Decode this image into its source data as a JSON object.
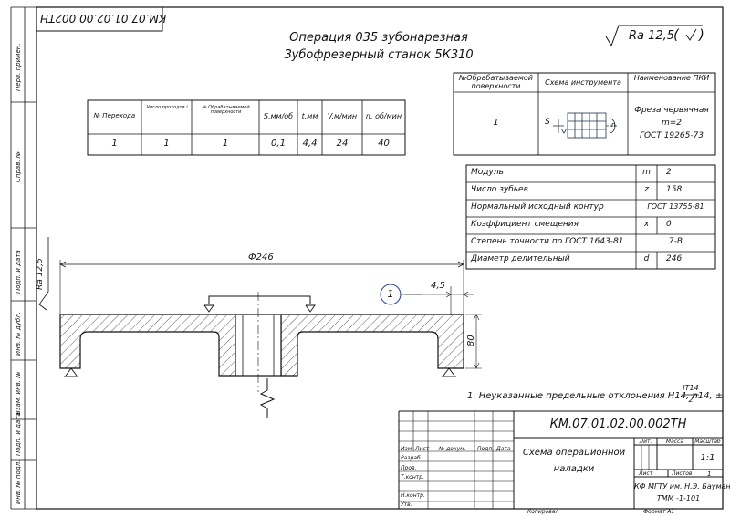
{
  "frame": {
    "code_rotated": "КМ.07.01.02.00.002ТН",
    "side_labels": [
      "Перв. примен.",
      "Справ. №",
      "Подп. и дата",
      "Инв. № дубл.",
      "Взам. инв. №",
      "Подп. и дата",
      "Инв. № подл."
    ]
  },
  "header": {
    "operation": "Операция 035 зубонарезная",
    "machine": "Зубофрезерный станок 5К310",
    "roughness": "Ra 12,5"
  },
  "modes_table": {
    "headers": [
      "№ Перехода",
      "Число проходов i",
      "№ Обрабатываемой поверхности",
      "S,мм/об",
      "t,мм",
      "V,м/мин",
      "n, об/мин"
    ],
    "row": [
      "1",
      "1",
      "1",
      "0,1",
      "4,4",
      "24",
      "40"
    ]
  },
  "tool_table": {
    "headers": [
      "№Обрабатываемой поверхности",
      "Схема инструмента",
      "Наименование ПКИ"
    ],
    "surface": "1",
    "tool_s": "S",
    "tool_n": "n",
    "tool_name": [
      "Фреза червячная",
      "m=2",
      "ГОСТ 19265-73"
    ]
  },
  "gear_params": [
    {
      "name": "Модуль",
      "symbol": "m",
      "value": "2"
    },
    {
      "name": "Число зубьев",
      "symbol": "z",
      "value": "158"
    },
    {
      "name": "Нормальный исходный контур",
      "symbol": "",
      "value": "ГОСТ 13755-81"
    },
    {
      "name": "Коэффициент смещения",
      "symbol": "x",
      "value": "0"
    },
    {
      "name": "Степень точности по ГОСТ 1643-81",
      "symbol": "",
      "value": "7-В"
    },
    {
      "name": "Диаметр делительный",
      "symbol": "d",
      "value": "246"
    }
  ],
  "drawing": {
    "diameter": "Ф246",
    "dim_45": "4,5",
    "dim_80": "80",
    "roughness_side": "Ra 12,5",
    "surface_marker": "1"
  },
  "note": {
    "text": "1. Неуказанные предельные отклонения Н14, h14, ±",
    "frac_top": "IT14",
    "frac_bot": "2"
  },
  "title_block": {
    "code": "КМ.07.01.02.00.002ТН",
    "name_line1": "Схема операционной",
    "name_line2": "наладки",
    "col_headers": [
      "Изм",
      "Лист",
      "№ докум.",
      "Подп.",
      "Дата"
    ],
    "roles": [
      "Разраб.",
      "Пров.",
      "Т.контр.",
      "",
      "Н.контр.",
      "Утв."
    ],
    "lit": "Лит.",
    "mass": "Масса",
    "scale": "Масштаб",
    "scale_val": "1:1",
    "sheet": "Лист",
    "sheets": "Листов",
    "sheets_val": "1",
    "org_line1": "КФ МГТУ им. Н.Э. Баумана",
    "org_line2": "ТММ -1-101",
    "copied": "Копировал",
    "format": "Формат   А1"
  }
}
